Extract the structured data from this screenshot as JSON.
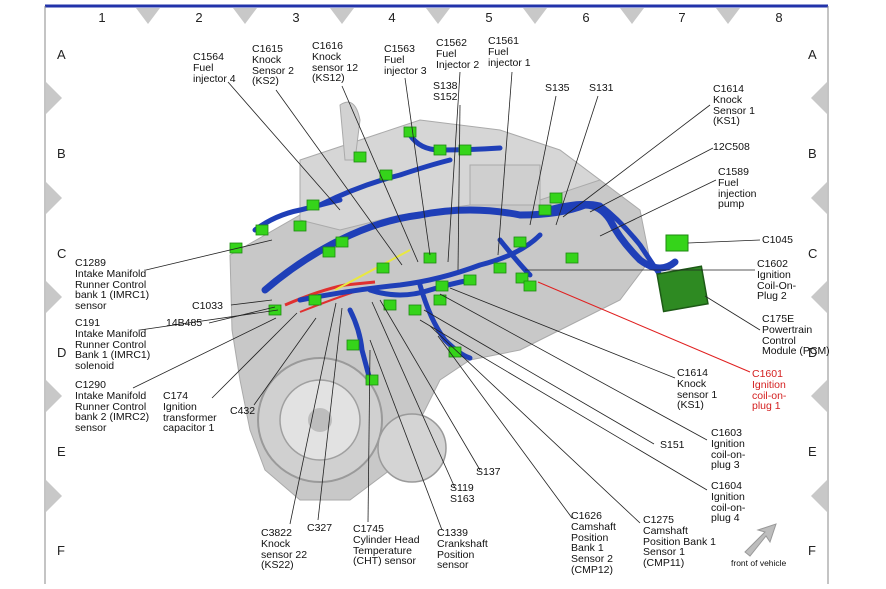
{
  "grid": {
    "columns": [
      "1",
      "2",
      "3",
      "4",
      "5",
      "6",
      "7",
      "8"
    ],
    "rows": [
      "A",
      "B",
      "C",
      "D",
      "E",
      "F"
    ]
  },
  "labels": {
    "c1564": "C1564\nFuel\ninjector 4",
    "c1615": "C1615\nKnock\nSensor 2\n(KS2)",
    "c1616": "C1616\nKnock\nsensor 12\n(KS12)",
    "c1563": "C1563\nFuel\ninjector 3",
    "c1562": "C1562\nFuel\nInjector 2",
    "c1561": "C1561\nFuel\ninjector 1",
    "s138": "S138\nS152",
    "s135": "S135",
    "s131": "S131",
    "c1614_top": "C1614\nKnock\nSensor 1\n(KS1)",
    "c12c508": "12C508",
    "c1589": "C1589\nFuel\ninjection\npump",
    "c1045": "C1045",
    "c1602": "C1602\nIgnition\nCoil-On-\nPlug 2",
    "c175e": "C175E\nPowertrain\nControl\nModule (PCM)",
    "c1601": "C1601\nIgnition\ncoil-on-\nplug 1",
    "c1614_bot": "C1614\nKnock\nsensor 1\n(KS1)",
    "c1603": "C1603\nIgnition\ncoil-on-\nplug 3",
    "s151": "S151",
    "c1604": "C1604\nIgnition\ncoil-on-\nplug 4",
    "c1275": "C1275\nCamshaft\nPosition Bank 1\nSensor 1\n(CMP11)",
    "c1626": "C1626\nCamshaft\nPosition\nBank 1\nSensor 2\n(CMP12)",
    "s137": "S137",
    "s119": "S119\nS163",
    "c1339": "C1339\nCrankshaft\nPosition\nsensor",
    "c1745": "C1745\nCylinder Head\nTemperature\n(CHT) sensor",
    "c327": "C327",
    "c3822": "C3822\nKnock\nsensor 22\n(KS22)",
    "c432": "C432",
    "c174": "C174\nIgnition\ntransformer\ncapacitor 1",
    "c1290": "C1290\nIntake Manifold\nRunner Control\nbank 2 (IMRC2)\nsensor",
    "c191": "C191\nIntake Manifold\nRunner Control\nBank 1 (IMRC1)\nsolenoid",
    "c14b485": "14B485",
    "c1033": "C1033",
    "c1289": "C1289\nIntake Manifold\nRunner Control\nbank 1 (IMRC1)\nsensor",
    "front": "front of vehicle"
  },
  "colors": {
    "harness": "#1f3fb8",
    "connector": "#35d41a",
    "pcm": "#2e8a22",
    "engine": "#c8c8c8",
    "highlight_leader": "#e02020",
    "frame_blue": "#2233aa"
  }
}
